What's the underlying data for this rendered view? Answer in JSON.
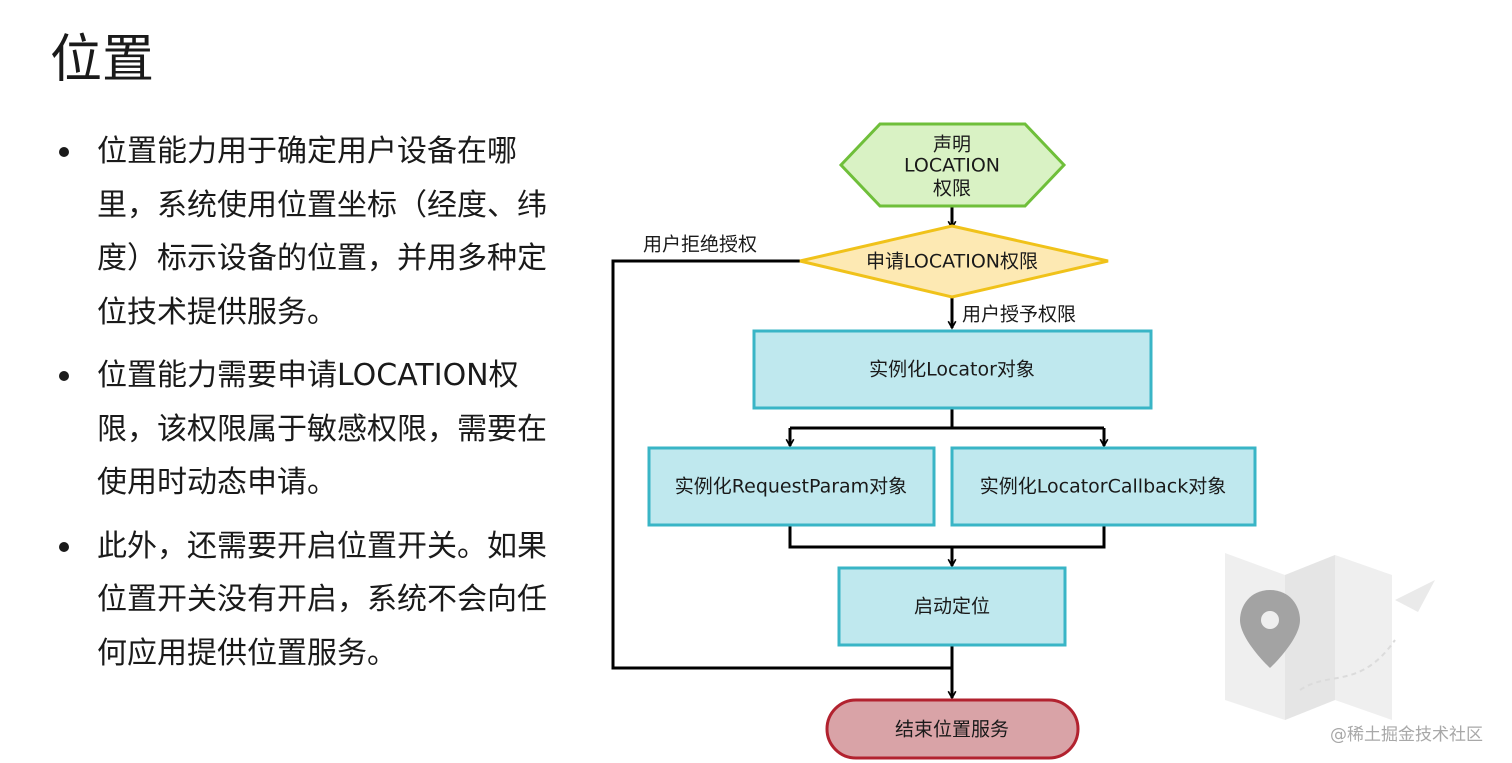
{
  "title": "位置",
  "bullets": [
    "位置能力用于确定用户设备在哪里，系统使用位置坐标（经度、纬度）标示设备的位置，并用多种定位技术提供服务。",
    "位置能力需要申请LOCATION权限，该权限属于敏感权限，需要在使用时动态申请。",
    "此外，还需要开启位置开关。如果位置开关没有开启，系统不会向任何应用提供位置服务。"
  ],
  "flow": {
    "declare": [
      "声明",
      "LOCATION",
      "权限"
    ],
    "request": "申请LOCATION权限",
    "deny_label": "用户拒绝授权",
    "grant_label": "用户授予权限",
    "locator": "实例化Locator对象",
    "request_param": "实例化RequestParam对象",
    "locator_callback": "实例化LocatorCallback对象",
    "start": "启动定位",
    "end": "结束位置服务"
  },
  "colors": {
    "hexagon_fill": "#d9f2c4",
    "hexagon_stroke": "#6fbf3a",
    "diamond_fill": "#fde9b3",
    "diamond_stroke": "#f0c21a",
    "process_fill": "#bfe8ee",
    "process_stroke": "#39b5c6",
    "end_fill": "#d9a3a7",
    "end_stroke": "#b2222f",
    "line": "#000000"
  },
  "decoration": {
    "icon": "map-location-icon"
  },
  "watermark": "@稀土掘金技术社区"
}
